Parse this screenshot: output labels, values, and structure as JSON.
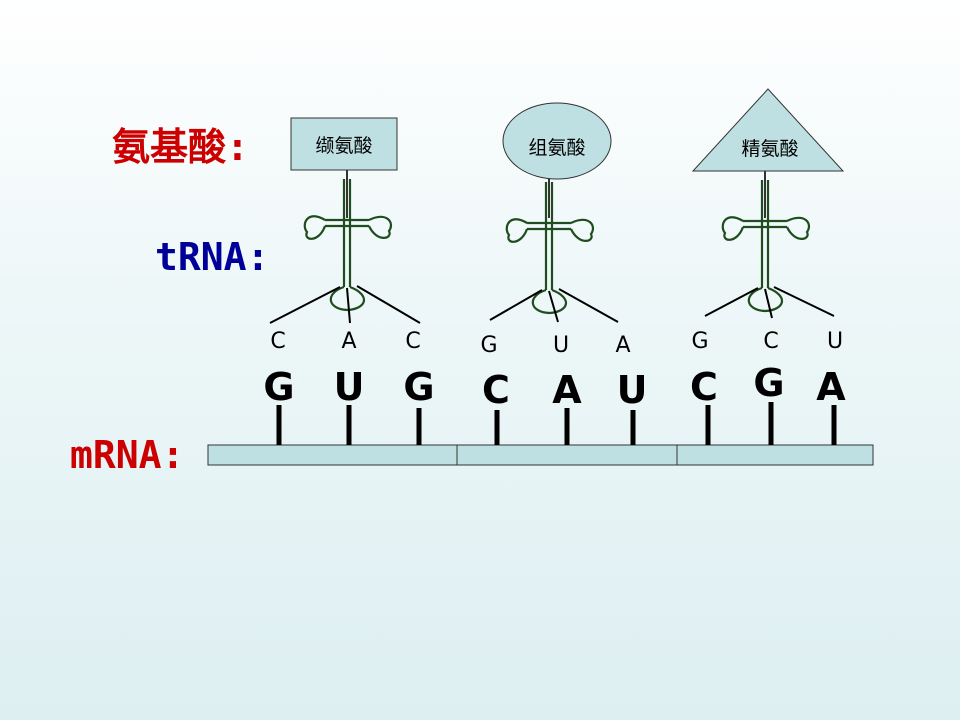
{
  "labels": {
    "amino_acid": "氨基酸:",
    "trna": "tRNA:",
    "mrna": "mRNA:"
  },
  "colors": {
    "amino_acid_label": "#cc0000",
    "trna_label": "#000099",
    "mrna_label": "#cc0000",
    "shape_fill": "#bfe0e2",
    "trna_stroke": "#1f4d1f"
  },
  "groups": [
    {
      "amino_acid": "缬氨酸",
      "shape": "rectangle",
      "anticodon": [
        "C",
        "A",
        "C"
      ],
      "codon": [
        "G",
        "U",
        "G"
      ]
    },
    {
      "amino_acid": "组氨酸",
      "shape": "ellipse",
      "anticodon": [
        "G",
        "U",
        "A"
      ],
      "codon": [
        "C",
        "A",
        "U"
      ]
    },
    {
      "amino_acid": "精氨酸",
      "shape": "triangle",
      "anticodon": [
        "G",
        "C",
        "U"
      ],
      "codon": [
        "C",
        "G",
        "A"
      ]
    }
  ]
}
